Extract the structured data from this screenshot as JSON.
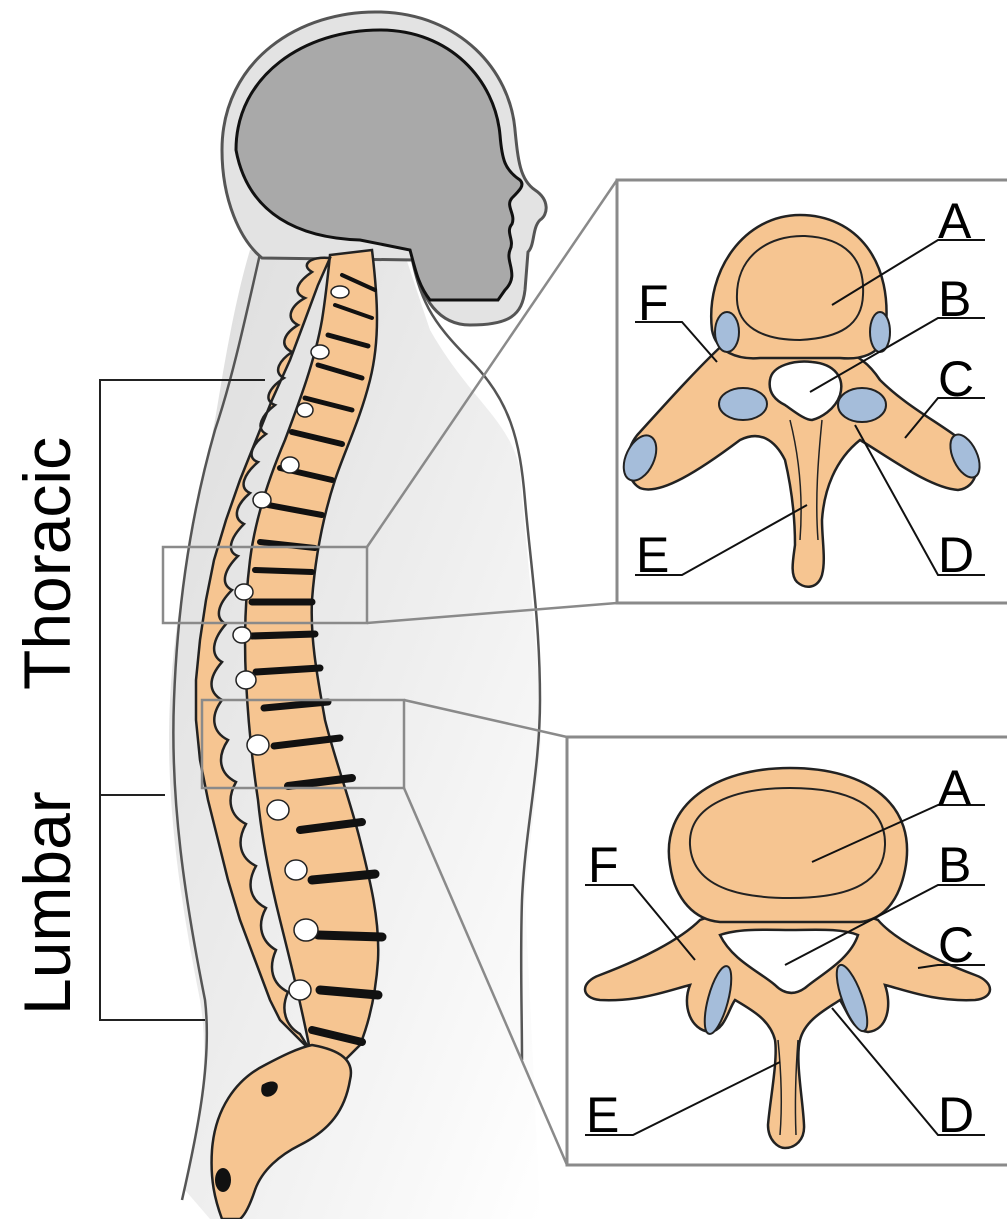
{
  "regions": {
    "upper": "Thoracic",
    "lower": "Lumbar"
  },
  "thoracic_vertebra": {
    "labels": [
      "A",
      "B",
      "C",
      "D",
      "E",
      "F"
    ]
  },
  "lumbar_vertebra": {
    "labels": [
      "A",
      "B",
      "C",
      "D",
      "E",
      "F"
    ]
  },
  "colors": {
    "bone": "#F6C591",
    "cartilage": "#A5BDDA",
    "disc": "#111111",
    "head": "#A9A9A9",
    "body_fill": "#E9E9E9",
    "frame": "#8A8A8A"
  }
}
